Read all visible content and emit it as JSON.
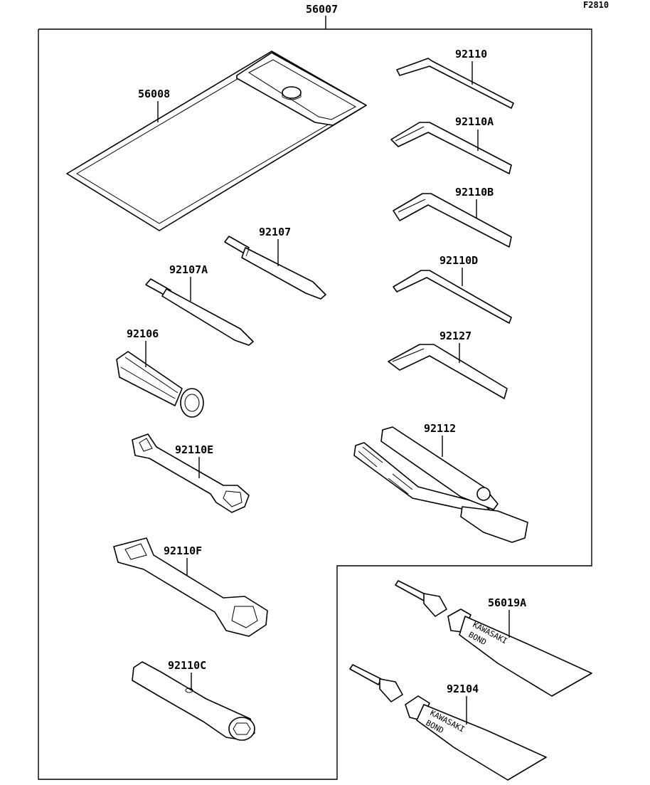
{
  "figure": {
    "ref": "F2810",
    "assembly_part_no": "56007"
  },
  "parts": {
    "p56008": "56008",
    "p92110": "92110",
    "p92110A": "92110A",
    "p92110B": "92110B",
    "p92110D": "92110D",
    "p92127": "92127",
    "p92107": "92107",
    "p92107A": "92107A",
    "p92106": "92106",
    "p92112": "92112",
    "p92110E": "92110E",
    "p92110F": "92110F",
    "p92110C": "92110C",
    "p56019A": "56019A",
    "p92104": "92104"
  },
  "tube_print": {
    "line1": "KAWASAKI",
    "line2": "BOND"
  }
}
